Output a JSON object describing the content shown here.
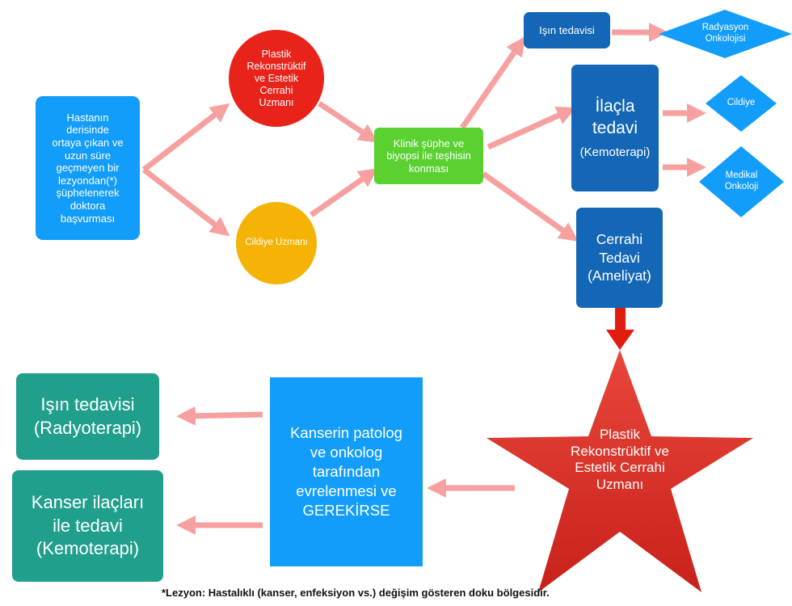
{
  "nodes": {
    "patient_lesion": "Hastanın\nderisinde\nortaya çıkan ve\nuzun süre\ngeçmeyen bir\nlezyondan(*)\nşüphelenerek\ndoktora\nbaşvurması",
    "plastic_surgeon_top": "Plastik\nRekonstrüktif\nve Estetik\nCerrahi\nUzmanı",
    "dermatologist": "Cildiye Uzmanı",
    "clinical_biopsy": "Klinik şüphe ve\nbiyopsi ile teşhisin\nkonması",
    "radiation_small": "Işın tedavisi",
    "radiation_oncology": "Radyasyon\nOnkolojisi",
    "drug_therapy_title": "İlaçla\ntedavi",
    "drug_therapy_sub": "(Kemoterapi)",
    "dermatology_diamond": "Cildiye",
    "medical_oncology": "Medikal\nOnkoloji",
    "surgical_therapy": "Cerrahi\nTedavi\n(Ameliyat)",
    "plastic_surgeon_star": "Plastik\nRekonstrüktif ve\nEstetik Cerrahi\nUzmanı",
    "staging": "Kanserin patolog\nve onkolog\ntarafından\nevrelenmesi ve\nGEREKİRSE",
    "radiotherapy": "Işın tedavisi\n(Radyoterapi)",
    "chemo_drugs": "Kanser ilaçları\nile tedavi\n(Kemoterapi)"
  },
  "footnote": "*Lezyon: Hastalıklı (kanser, enfeksiyon vs.) değişim gösteren doku bölgesidir.",
  "colors": {
    "arrow": "#f7a0a0",
    "arrow_red": "#e01b10",
    "light_blue": "#139dfb",
    "dark_blue": "#1467b6",
    "green": "#5ad131",
    "red_circle": "#e8231a",
    "yellow_circle": "#f4b305",
    "teal": "#1f9f8c",
    "star": "#e0362c"
  }
}
